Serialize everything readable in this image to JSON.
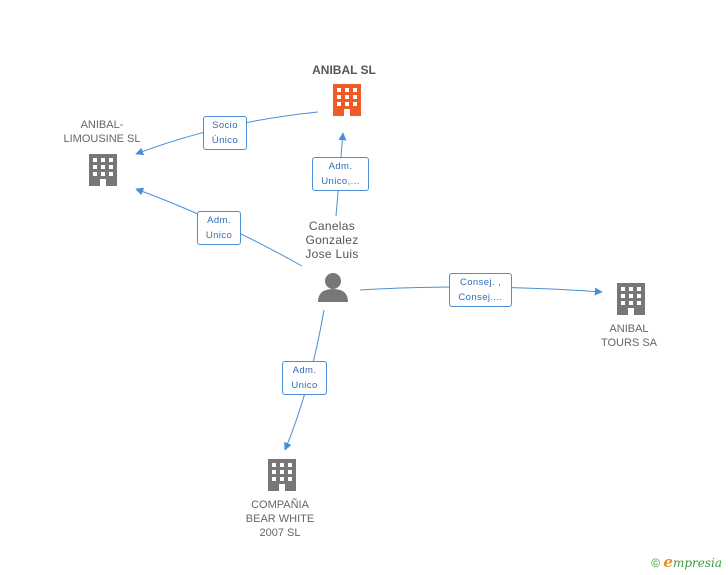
{
  "nodes": {
    "anibal_sl": {
      "label": "ANIBAL SL"
    },
    "anibal_limousine": {
      "label_line1": "ANIBAL-",
      "label_line2": "LIMOUSINE SL"
    },
    "person": {
      "line1": "Canelas",
      "line2": "Gonzalez",
      "line3": "Jose Luis"
    },
    "anibal_tours": {
      "label_line1": "ANIBAL",
      "label_line2": "TOURS SA"
    },
    "compania_bear": {
      "label_line1": "COMPAÑIA",
      "label_line2": "BEAR WHITE",
      "label_line3": "2007 SL"
    }
  },
  "edges": {
    "socio_unico": {
      "line1": "Socio",
      "line2": "Único"
    },
    "adm_unico_anibal": {
      "line1": "Adm.",
      "line2": "Unico,..."
    },
    "adm_unico_limousine": {
      "line1": "Adm.",
      "line2": "Unico"
    },
    "consej": {
      "line1": "Consej. ,",
      "line2": "Consej...."
    },
    "adm_unico_compania": {
      "line1": "Adm.",
      "line2": "Unico"
    }
  },
  "footer": {
    "copyright": "©",
    "brand_e": "e",
    "brand_rest": "mpresia"
  },
  "colors": {
    "main_company": "#f05a28",
    "company": "#777777",
    "person": "#777777",
    "edge": "#4a8fd4"
  }
}
